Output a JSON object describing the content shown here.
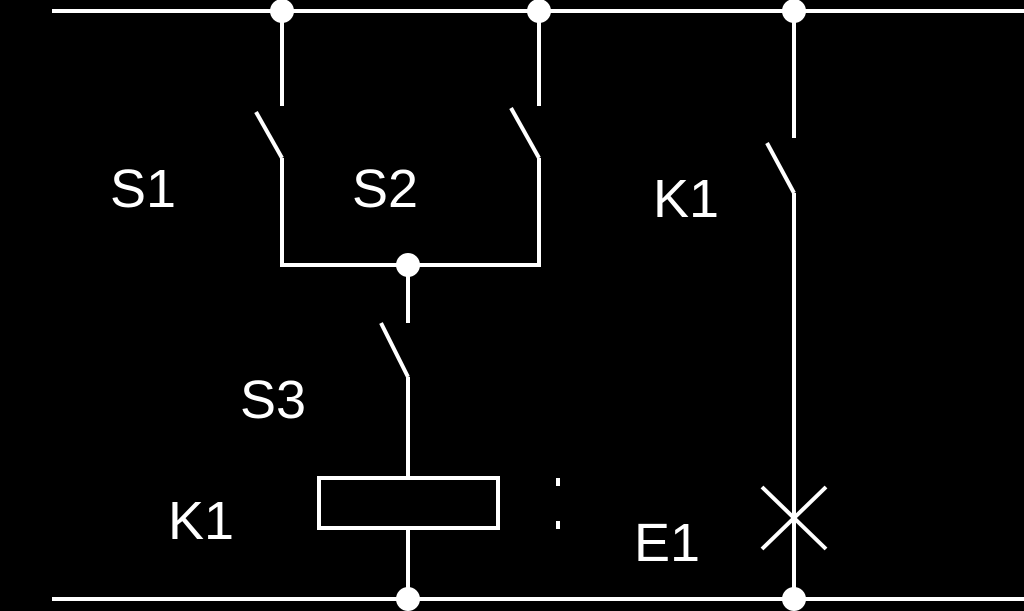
{
  "colors": {
    "background": "#000000",
    "line": "#ffffff"
  },
  "labels": {
    "s1": "S1",
    "s2": "S2",
    "s3": "S3",
    "k1_contact": "K1",
    "k1_coil": "K1",
    "e1": "E1"
  }
}
